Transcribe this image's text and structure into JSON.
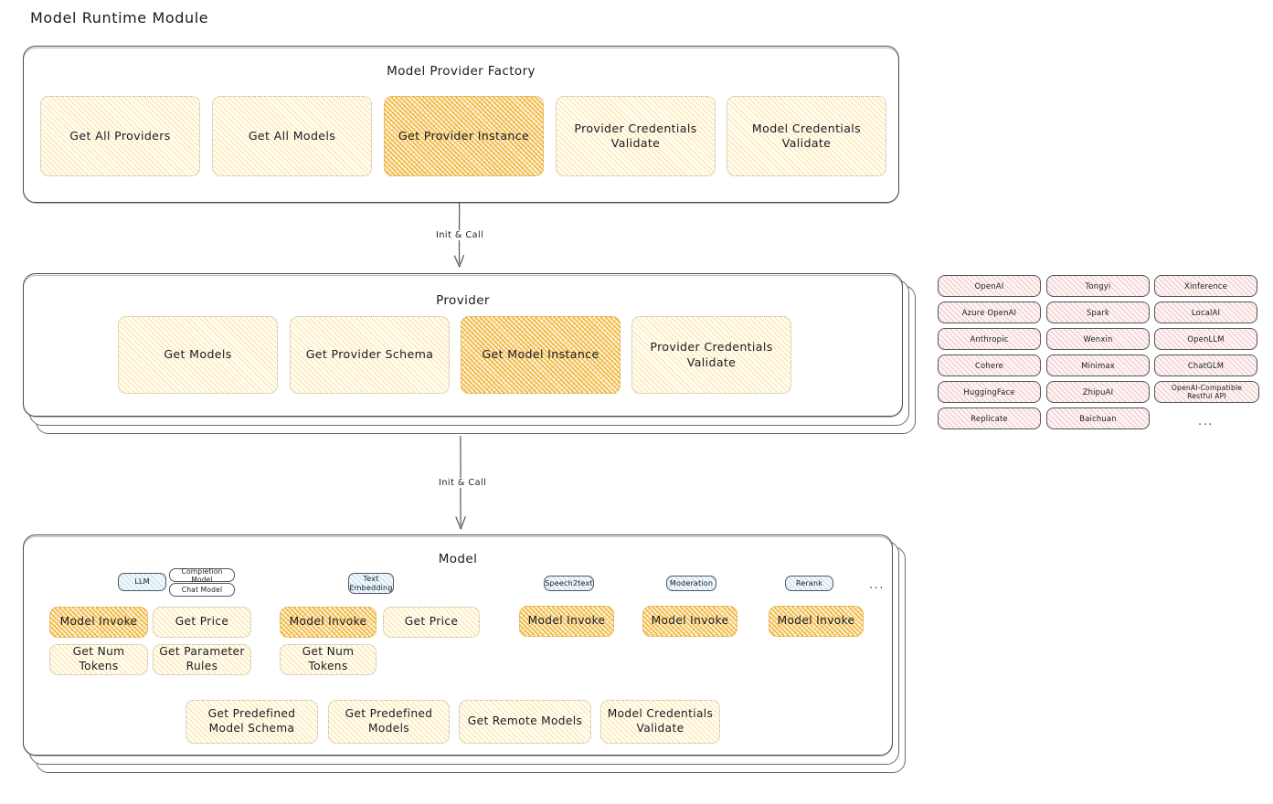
{
  "page": {
    "title": "Model Runtime Module"
  },
  "factory": {
    "title": "Model Provider Factory",
    "nodes": [
      {
        "label": "Get All Providers",
        "highlight": false
      },
      {
        "label": "Get All Models",
        "highlight": false
      },
      {
        "label": "Get Provider Instance",
        "highlight": true
      },
      {
        "label": "Provider Credentials Validate",
        "highlight": false
      },
      {
        "label": "Model Credentials Validate",
        "highlight": false
      }
    ]
  },
  "arrows": [
    {
      "label": "Init & Call"
    },
    {
      "label": "Init & Call"
    }
  ],
  "provider": {
    "title": "Provider",
    "nodes": [
      {
        "label": "Get Models",
        "highlight": false
      },
      {
        "label": "Get Provider Schema",
        "highlight": false
      },
      {
        "label": "Get Model Instance",
        "highlight": true
      },
      {
        "label": "Provider Credentials Validate",
        "highlight": false
      }
    ]
  },
  "provider_list": {
    "columns": [
      [
        "OpenAI",
        "Azure OpenAI",
        "Anthropic",
        "Cohere",
        "HuggingFace",
        "Replicate"
      ],
      [
        "Tongyi",
        "Spark",
        "Wenxin",
        "Minimax",
        "ZhipuAI",
        "Baichuan"
      ],
      [
        "Xinference",
        "LocalAI",
        "OpenLLM",
        "ChatGLM",
        "OpenAI-Compatible Restful API"
      ]
    ],
    "more": "..."
  },
  "model": {
    "title": "Model",
    "more": "...",
    "groups": [
      {
        "badge": "LLM",
        "sub_badges": [
          "Completion Model",
          "Chat Model"
        ],
        "nodes": [
          {
            "label": "Model Invoke",
            "highlight": true
          },
          {
            "label": "Get Price",
            "highlight": false
          },
          {
            "label": "Get Num Tokens",
            "highlight": false
          },
          {
            "label": "Get Parameter Rules",
            "highlight": false
          }
        ]
      },
      {
        "badge": "Text Embedding",
        "sub_badges": [],
        "nodes": [
          {
            "label": "Model Invoke",
            "highlight": true
          },
          {
            "label": "Get Price",
            "highlight": false
          },
          {
            "label": "Get Num Tokens",
            "highlight": false
          }
        ]
      },
      {
        "badge": "Speech2text",
        "sub_badges": [],
        "nodes": [
          {
            "label": "Model Invoke",
            "highlight": true
          }
        ]
      },
      {
        "badge": "Moderation",
        "sub_badges": [],
        "nodes": [
          {
            "label": "Model Invoke",
            "highlight": true
          }
        ]
      },
      {
        "badge": "Rerank",
        "sub_badges": [],
        "nodes": [
          {
            "label": "Model Invoke",
            "highlight": true
          }
        ]
      }
    ],
    "common_nodes": [
      {
        "label": "Get Predefined Model Schema"
      },
      {
        "label": "Get Predefined Models"
      },
      {
        "label": "Get Remote Models"
      },
      {
        "label": "Model Credentials Validate"
      }
    ]
  },
  "colors": {
    "highlight_fill": "#f0b02a",
    "node_fill": "#f7cd5b",
    "provider_chip": "#e07a7a",
    "badge_blue": "#78b4dc",
    "stroke": "#4a4a4f"
  }
}
